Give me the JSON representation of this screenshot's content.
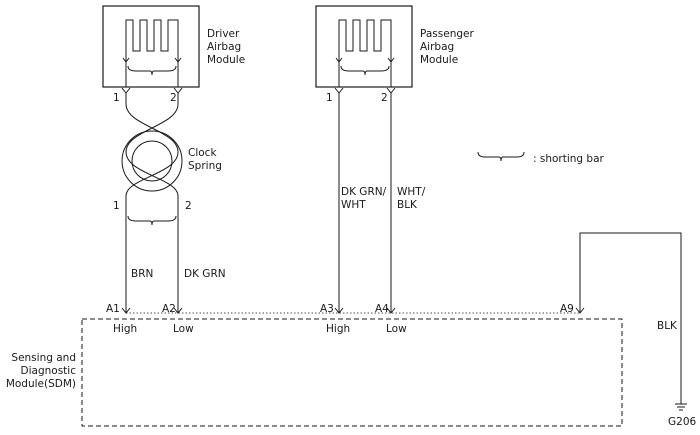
{
  "driver_module": {
    "label_lines": [
      "Driver",
      "Airbag",
      "Module"
    ],
    "pin_1": "1",
    "pin_2": "2"
  },
  "passenger_module": {
    "label_lines": [
      "Passenger",
      "Airbag",
      "Module"
    ],
    "pin_1": "1",
    "pin_2": "2"
  },
  "clock_spring": {
    "label_lines": [
      "Clock",
      "Spring"
    ],
    "pin_1": "1",
    "pin_2": "2"
  },
  "legend": {
    "shorting_bar_label": ": shorting bar"
  },
  "wires": {
    "driver_high": "BRN",
    "driver_low": "DK GRN",
    "passenger_high_lines": [
      "DK GRN/",
      "WHT"
    ],
    "passenger_low_lines": [
      "WHT/",
      "BLK"
    ],
    "ground": "BLK"
  },
  "sdm": {
    "label_lines": [
      "Sensing and",
      "Diagnostic",
      "Module(SDM)"
    ],
    "pins": [
      {
        "id": "A1",
        "sub": "High"
      },
      {
        "id": "A2",
        "sub": "Low"
      },
      {
        "id": "A3",
        "sub": "High"
      },
      {
        "id": "A4",
        "sub": "Low"
      },
      {
        "id": "A9",
        "sub": ""
      }
    ]
  },
  "ground_point": "G206"
}
